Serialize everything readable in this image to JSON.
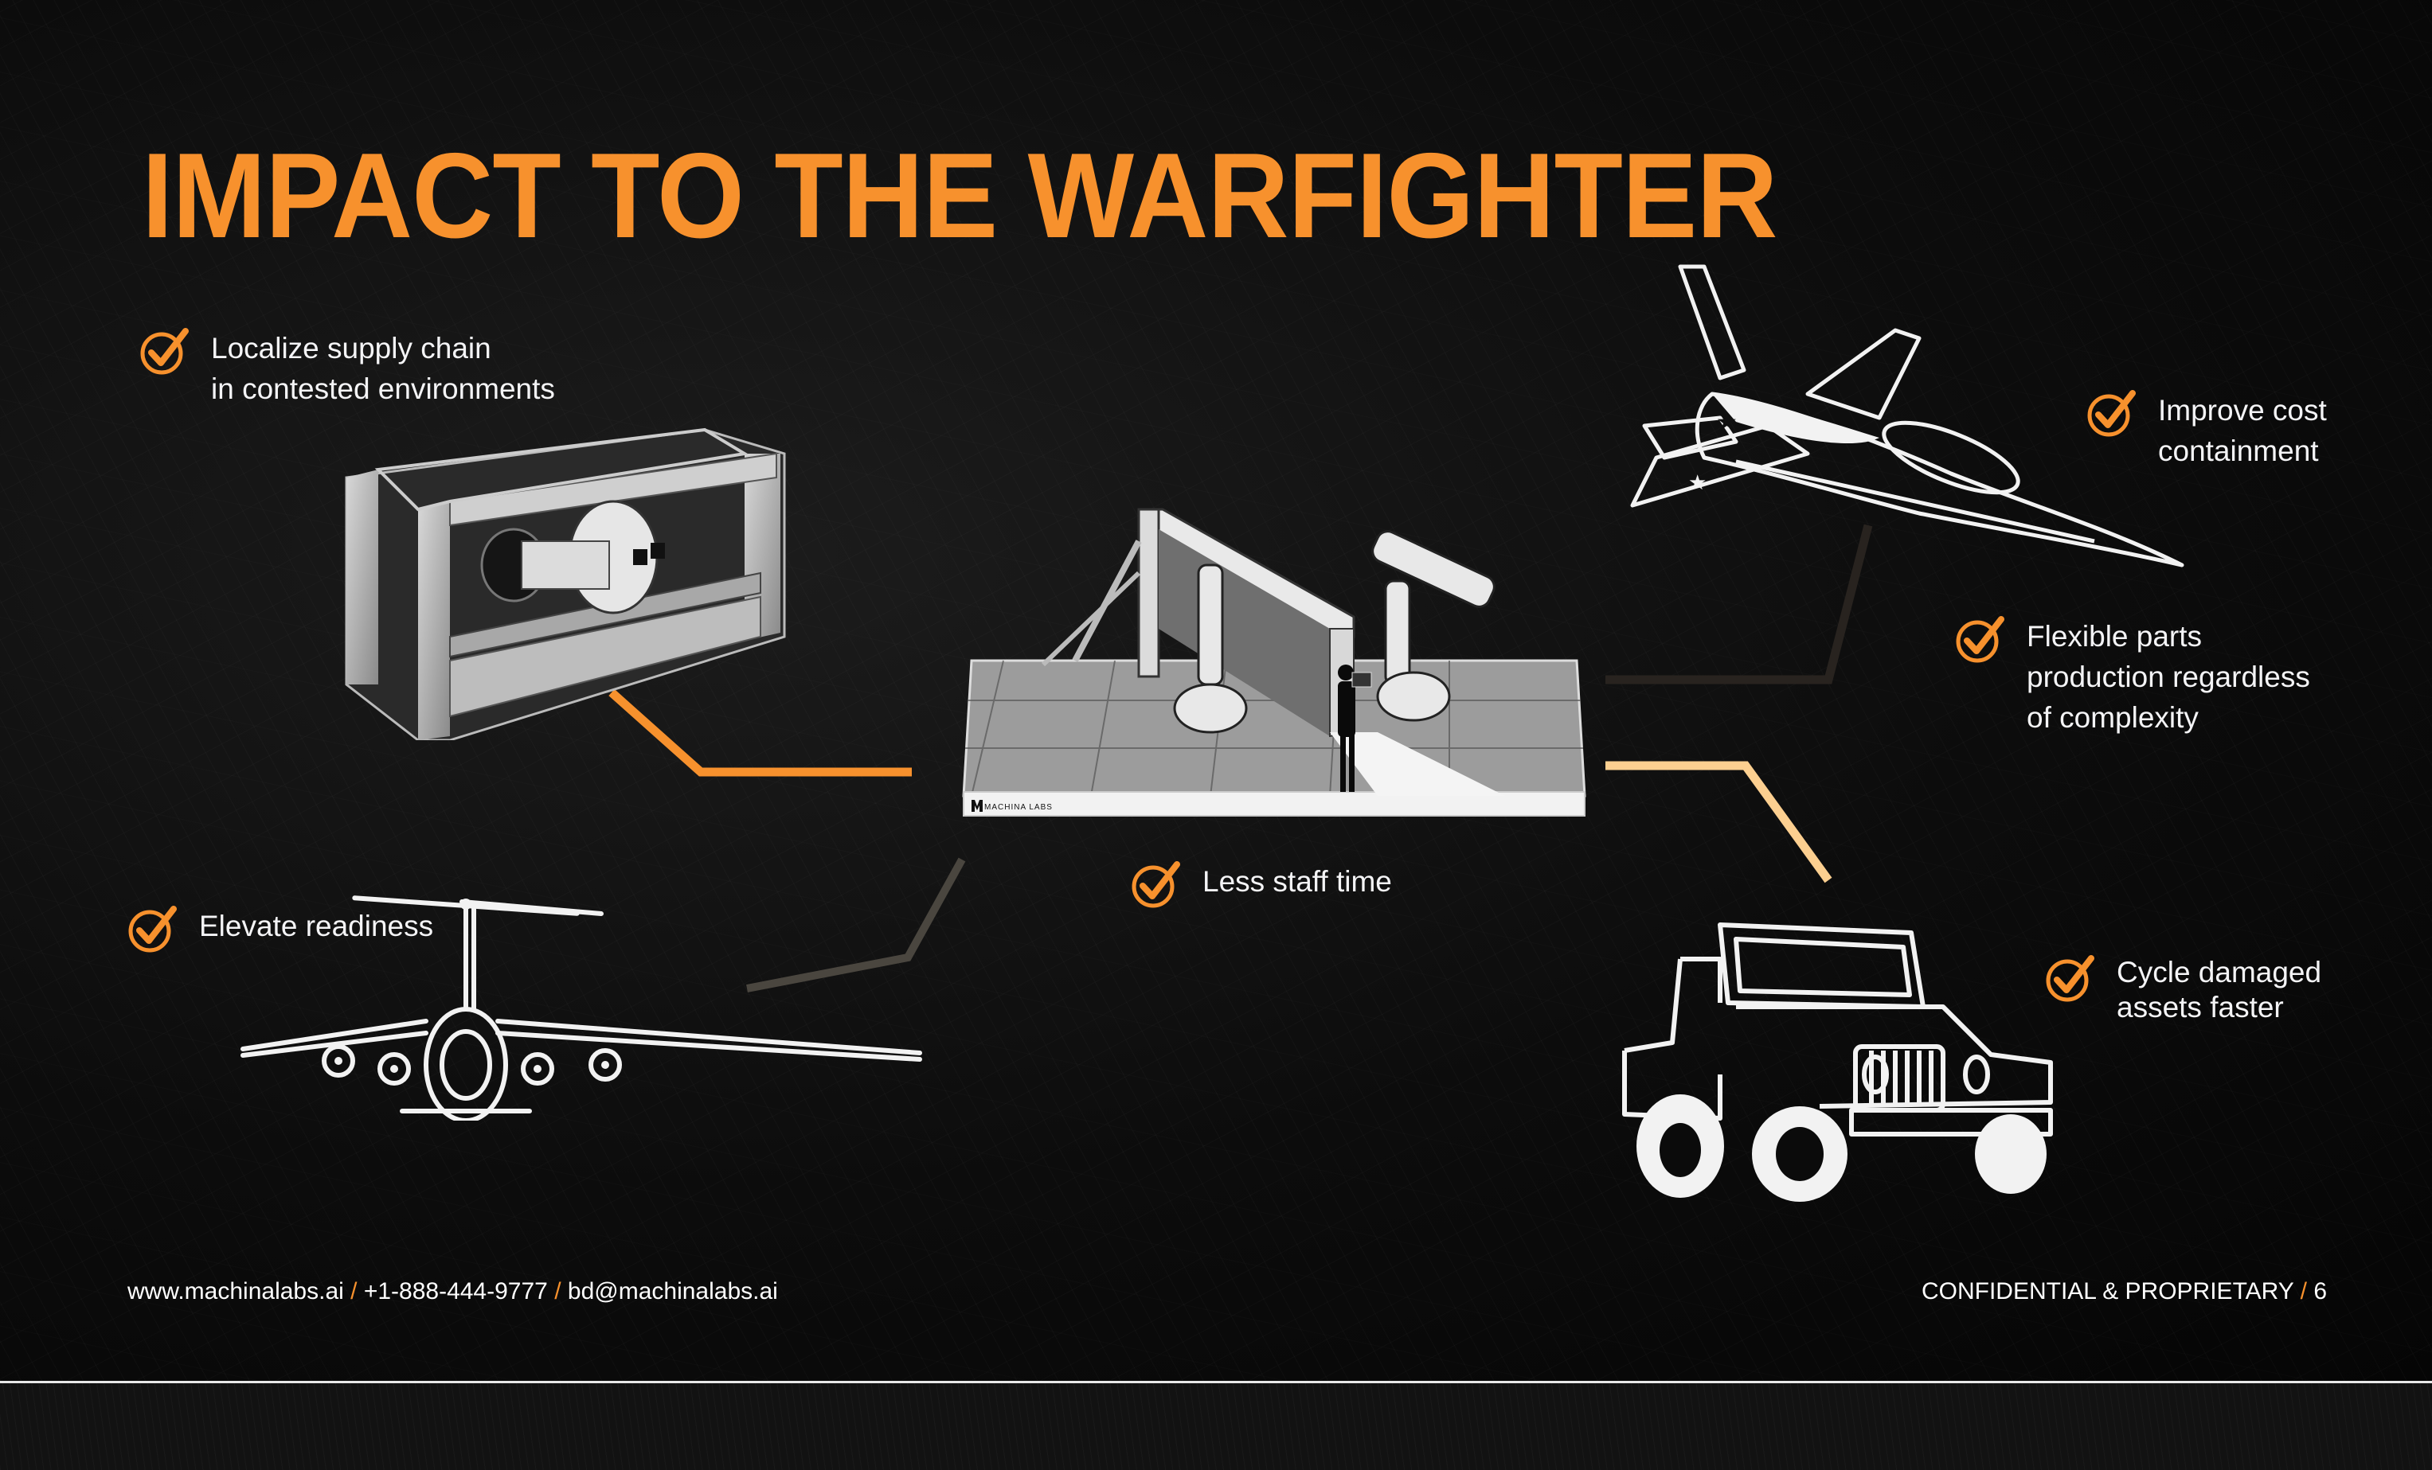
{
  "slide": {
    "title": "IMPACT TO THE WARFIGHTER",
    "accent_color": "#f7912d",
    "page_number": "6"
  },
  "bullets": [
    {
      "id": "localize",
      "lines": [
        "Localize supply chain",
        "in contested environments"
      ],
      "icon": "check-circle-icon"
    },
    {
      "id": "cost",
      "lines": [
        "Improve cost",
        "containment"
      ],
      "icon": "check-circle-icon"
    },
    {
      "id": "flexible",
      "lines": [
        "Flexible parts",
        "production regardless",
        "of complexity"
      ],
      "icon": "check-circle-icon"
    },
    {
      "id": "staff",
      "lines": [
        "Less staff time"
      ],
      "icon": "check-circle-icon"
    },
    {
      "id": "readiness",
      "lines": [
        "Elevate readiness"
      ],
      "icon": "check-circle-icon"
    },
    {
      "id": "cycle",
      "lines": [
        "Cycle damaged",
        "assets faster"
      ],
      "icon": "check-circle-icon"
    }
  ],
  "illustrations": {
    "portable_cell": "portable-roboforming-cell-image",
    "factory_cell": "roboforming-factory-cell-image",
    "factory_logo": "MACHINA LABS",
    "fighter_jet": "fighter-jet-line-art",
    "cargo_plane": "cargo-plane-line-art",
    "jeep": "jeep-line-art"
  },
  "connectors": {
    "orange": "#f7912d",
    "peach": "#fccf90",
    "gray": "#4a463f",
    "dark": "#28231f"
  },
  "footer": {
    "website": "www.machinalabs.ai",
    "phone": "+1-888-444-9777",
    "email": "bd@machinalabs.ai",
    "separator": "/",
    "confidential": "CONFIDENTIAL & PROPRIETARY",
    "page": "6"
  }
}
